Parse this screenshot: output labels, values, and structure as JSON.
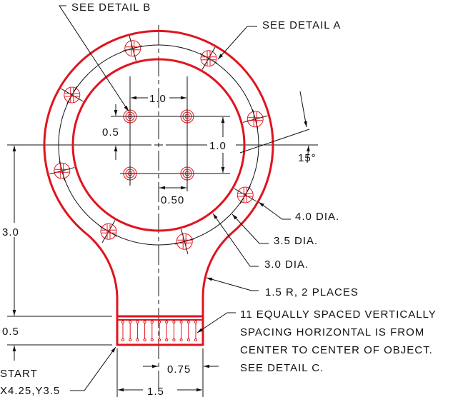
{
  "colors": {
    "object": "#e0141e",
    "dimension": "#111111"
  },
  "labels": {
    "detail_b": "SEE DETAIL B",
    "detail_a": "SEE DETAIL A",
    "dia_4": "4.0 DIA.",
    "dia_35": "3.5 DIA.",
    "dia_3": "3.0 DIA.",
    "fillet": "1.5 R, 2 PLACES",
    "note_lines": [
      "11 EQUALLY SPACED VERTICALLY",
      "SPACING HORIZONTAL IS FROM",
      "CENTER TO CENTER OF OBJECT.",
      "SEE DETAIL C."
    ],
    "start_lines": [
      "START",
      "X4.25,Y3.5"
    ]
  },
  "dimensions": {
    "top_spacing": "1.0",
    "left_offset": "0.5",
    "right_spacing": "1.0",
    "small_offset": "0.50",
    "angle": "15°",
    "height": "3.0",
    "rect_height": "0.5",
    "half_width": "0.75",
    "rect_width": "1.5"
  }
}
